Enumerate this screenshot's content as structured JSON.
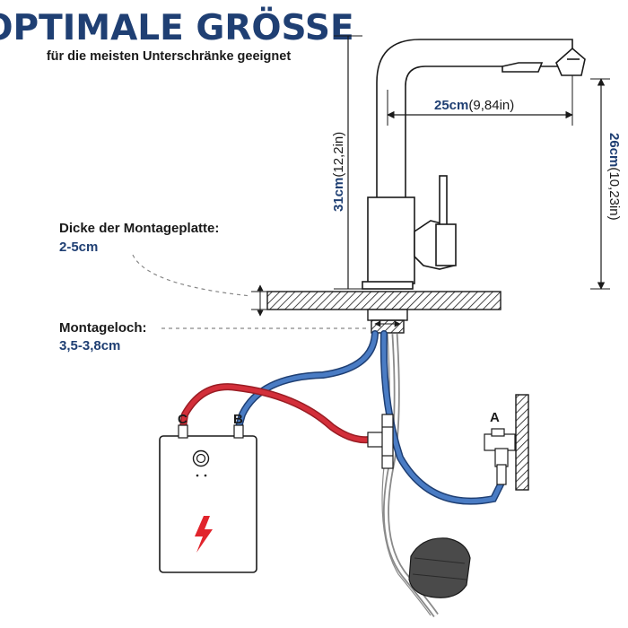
{
  "header": {
    "title": "OPTIMALE GRÖSSE",
    "subtitle": "für die meisten Unterschränke geeignet"
  },
  "dimensions": {
    "spout_reach_value": "25cm",
    "spout_reach_imperial": "(9,84in)",
    "total_height_value": "31cm",
    "total_height_imperial": "(12,2in)",
    "spout_height_value": "26cm",
    "spout_height_imperial": "(10,23in)"
  },
  "plate": {
    "label": "Dicke der Montageplatte:",
    "value": "2-5cm"
  },
  "hole": {
    "label": "Montageloch:",
    "value": "3,5-3,8cm"
  },
  "connections": {
    "c": "C",
    "b": "B",
    "a": "A"
  },
  "colors": {
    "title": "#1f3f73",
    "hot_hose": "#d32f3a",
    "cold_hose": "#2e5fa3",
    "warning": "#e1242c",
    "outline": "#1a1a1a"
  },
  "icons": [
    "lightning-bolt-icon",
    "power-button-icon"
  ]
}
